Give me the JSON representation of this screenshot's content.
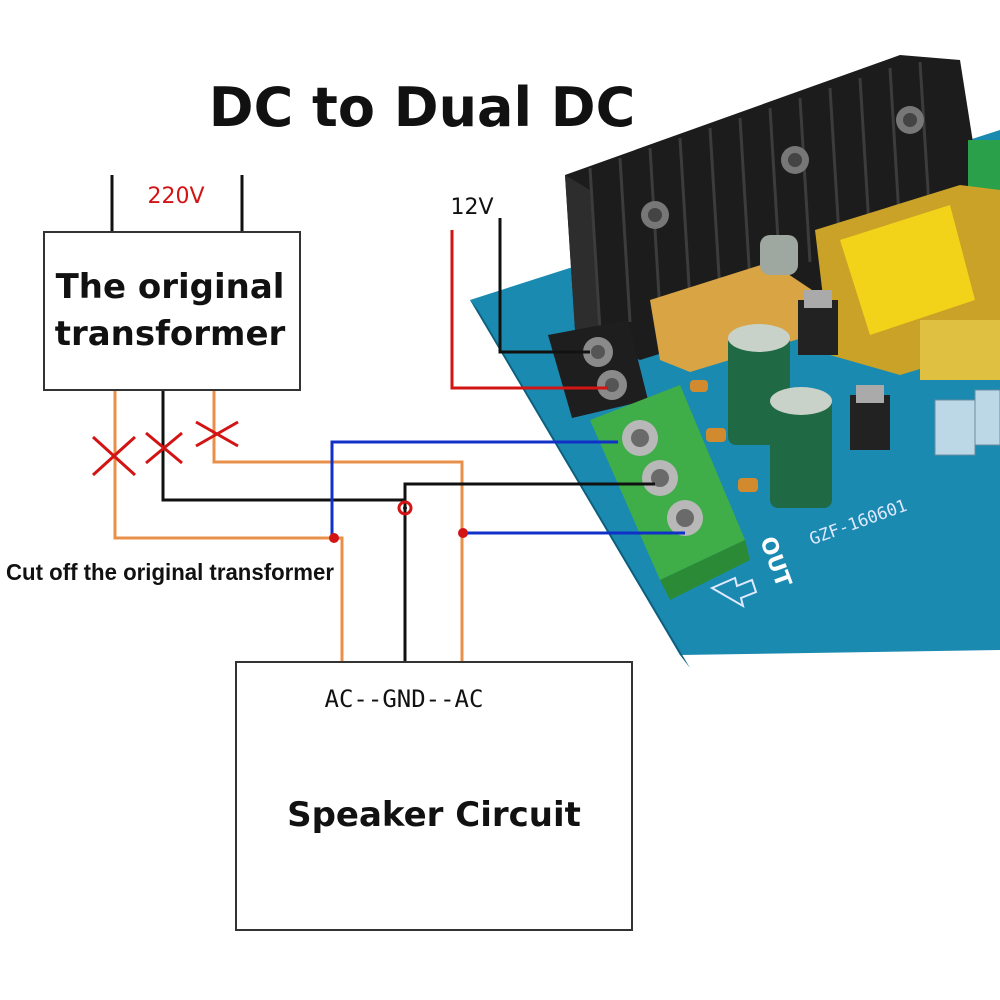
{
  "title": "DC to Dual DC",
  "transformer_box": {
    "line1": "The original",
    "line2": "transformer"
  },
  "input_220": "220V",
  "input_12": "12V",
  "cut_note": "Cut off the original transformer",
  "speaker_box": {
    "terminals": "AC--GND--AC",
    "label": "Speaker Circuit"
  },
  "board": {
    "model": "GZF-160601",
    "out_label": "OUT"
  },
  "colors": {
    "wire_orange": "#e8904a",
    "wire_blue": "#1030c8",
    "wire_black": "#111111",
    "wire_red": "#d21414",
    "cross_mark": "#d21414",
    "pcb": "#1a8ab0",
    "terminal_green": "#3fae49",
    "heatsink": "#1c1c1c",
    "transformer_core": "#f3d21a"
  }
}
